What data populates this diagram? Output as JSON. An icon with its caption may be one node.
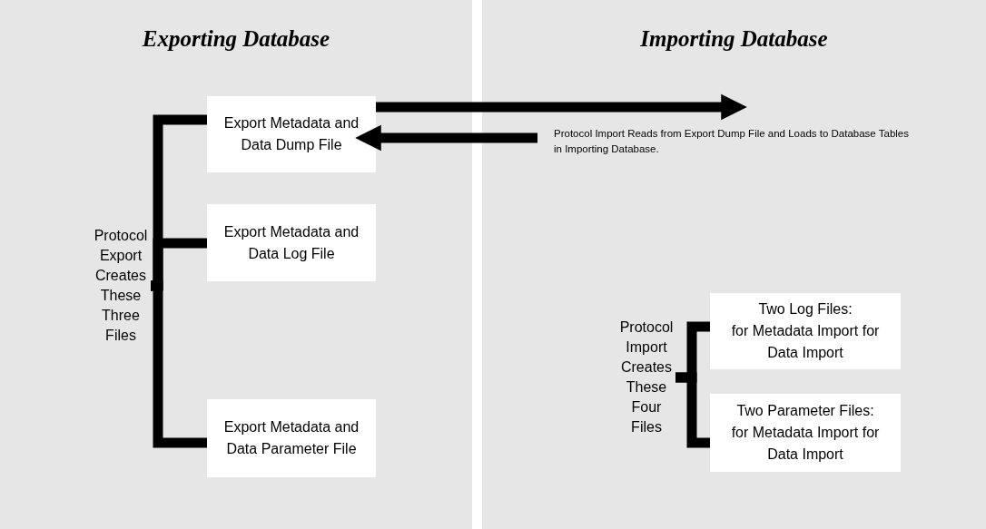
{
  "diagram": {
    "nodes": [
      {
        "text": [
          "Exporting Database"
        ]
      },
      {
        "text": [
          "Importing Database"
        ]
      },
      {
        "text": [
          "Export Metadata and Data Dump File"
        ],
        "in": 0
      },
      {
        "text": [
          "Export Metadata and Data Log File"
        ],
        "in": 0
      },
      {
        "text": [
          "Export Metadata and Data Parameter File"
        ],
        "in": 0
      },
      {
        "text": [
          "Protocol Export Creates These Three Files"
        ],
        "in": 0
      },
      {
        "text": [
          "Two Log Files:",
          "for Metadata Import for Data Import"
        ],
        "in": 1
      },
      {
        "text": [
          "Two Parameter Files:",
          "for Metadata Import for Data Import"
        ],
        "in": 1
      },
      {
        "text": [
          "Protocol Import Creates These Four Files"
        ],
        "in": 1
      }
    ],
    "edges": [
      {
        "from": 2,
        "to": null,
        "arrow": "to"
      },
      {
        "from": null,
        "to": 2,
        "arrow": "to"
      },
      {
        "from": 5,
        "to": 2,
        "arrow": "none"
      },
      {
        "from": 5,
        "to": 3,
        "arrow": "none"
      },
      {
        "from": 5,
        "to": 4,
        "arrow": "none"
      },
      {
        "from": 8,
        "to": 6,
        "arrow": "none"
      },
      {
        "from": 8,
        "to": 7,
        "arrow": "none"
      }
    ],
    "labels": [
      "Protocol Import Reads from Export Dump File and Loads to Database Tables in Importing Database."
    ]
  }
}
